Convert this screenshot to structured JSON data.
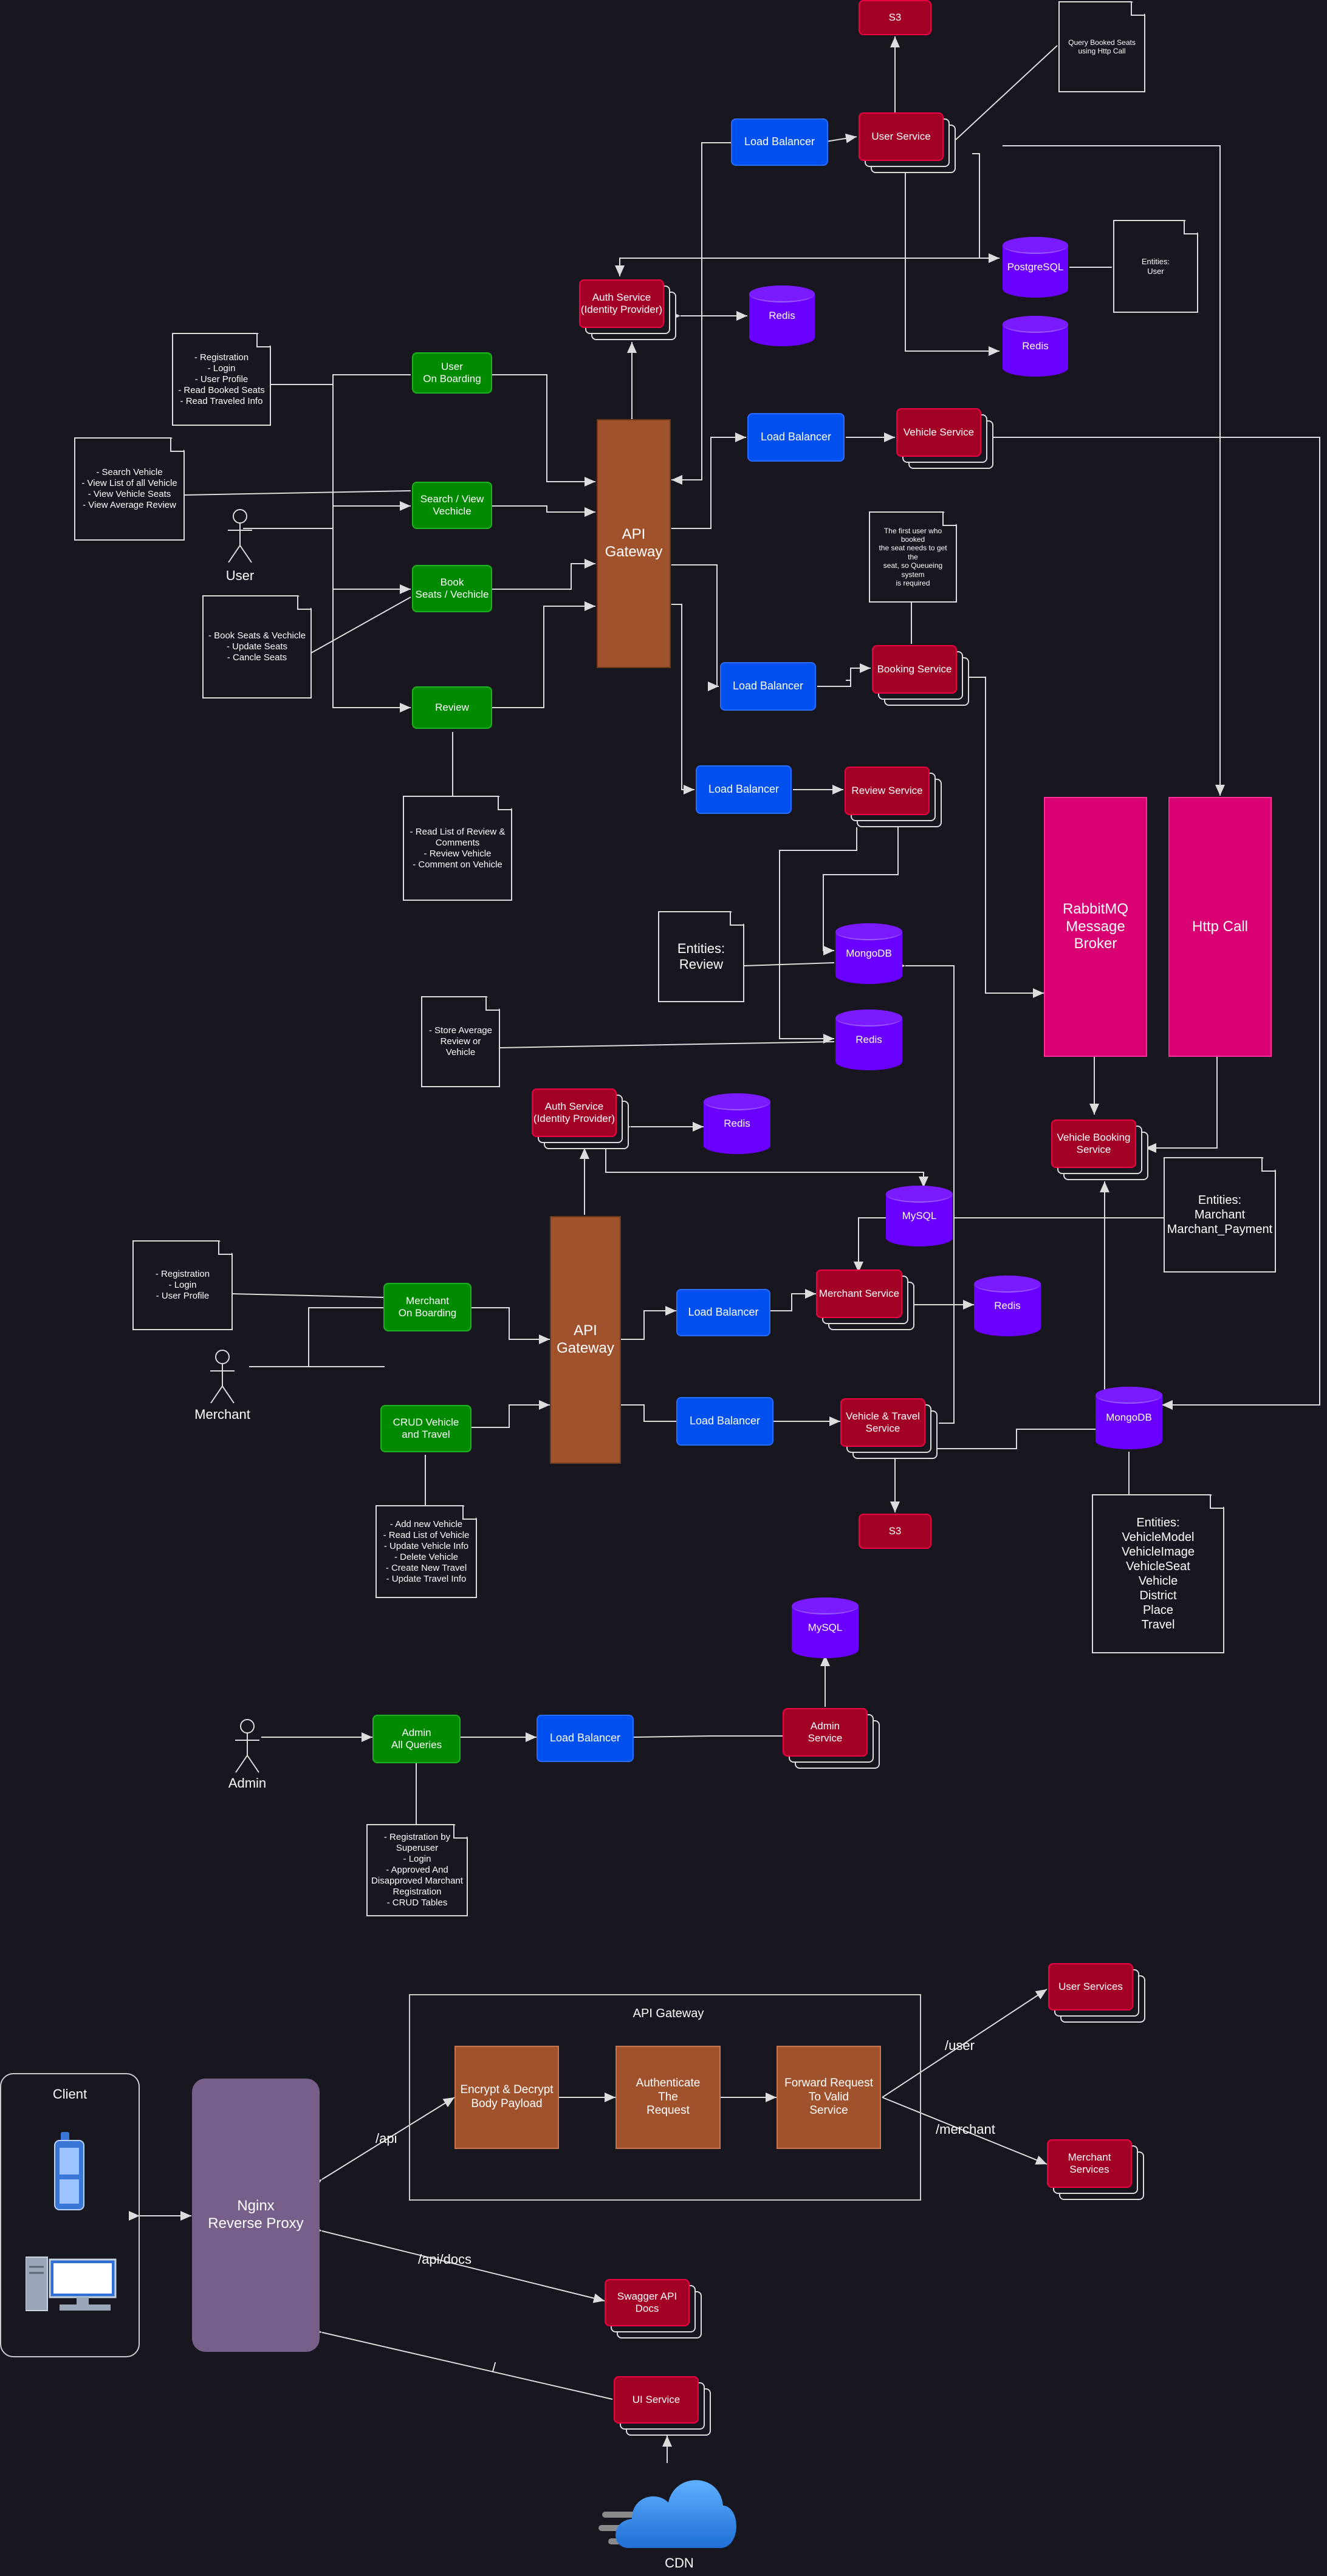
{
  "user_flow": {
    "s3_top": "S3",
    "query_note": "Query Booked Seats\nusing Http Call",
    "lb_user": "Load Balancer",
    "user_service": "User Service",
    "postgres": "PostgreSQL",
    "entities_user": "Entities:\nUser",
    "auth_service": "Auth Service\n(Identity Provider)",
    "redis_auth": "Redis",
    "redis_user": "Redis",
    "onboarding_note": "- Registration\n- Login\n- User Profile\n- Read Booked Seats\n- Read Traveled Info",
    "user_onboarding": "User\nOn Boarding",
    "search_note": "- Search Vehicle\n- View List of all Vehicle\n- View Vehicle Seats\n- View Average Review",
    "search_view": "Search / View\nVechicle",
    "user_actor": "User",
    "book_note": "- Book Seats & Vechicle\n- Update Seats\n- Cancle Seats",
    "book_seats": "Book\nSeats / Vechicle",
    "review_node": "Review",
    "review_note": "- Read List of Review &\nComments\n- Review Vehicle\n- Comment on Vehicle",
    "api_gateway": "API\nGateway",
    "lb_vehicle": "Load Balancer",
    "vehicle_service": "Vehicle Service",
    "queue_note": "The first user who booked\nthe seat needs to get the\nseat, so Queueing system\nis required",
    "lb_booking": "Load Balancer",
    "booking_service": "Booking Service",
    "lb_review": "Load Balancer",
    "review_service": "Review Service",
    "rabbitmq": "RabbitMQ\nMessage Broker",
    "http_call": "Http Call",
    "entities_review": "Entities:\nReview",
    "mongodb_review": "MongoDB",
    "avg_note": "- Store Average\nReview or Vehicle",
    "redis_review": "Redis",
    "vehicle_booking_service": "Vehicle Booking\nService"
  },
  "merchant_flow": {
    "auth_service": "Auth Service\n(Identity Provider)",
    "redis_auth": "Redis",
    "mysql": "MySQL",
    "entities_merchant": "Entities:\nMarchant\nMarchant_Payment",
    "reg_note": "- Registration\n- Login\n- User Profile",
    "merchant_onboarding": "Merchant\nOn Boarding",
    "merchant_actor": "Merchant",
    "api_gateway": "API\nGateway",
    "lb_merchant": "Load Balancer",
    "merchant_service": "Merchant Service",
    "redis_merchant": "Redis",
    "crud_node": "CRUD Vehicle\nand Travel",
    "lb_vt": "Load Balancer",
    "vt_service": "Vehicle & Travel\nService",
    "mongodb": "MongoDB",
    "s3": "S3",
    "crud_note": "- Add new Vehicle\n- Read List of Vehicle\n- Update Vehicle Info\n- Delete Vehicle\n- Create New Travel\n- Update Travel Info",
    "entities_vehicle": "Entities:\nVehicleModel\nVehicleImage\nVehicleSeat\nVehicle\nDistrict\nPlace\nTravel"
  },
  "admin_flow": {
    "mysql": "MySQL",
    "admin_actor": "Admin",
    "admin_queries": "Admin\nAll Queries",
    "lb_admin": "Load Balancer",
    "admin_service": "Admin\nService",
    "admin_note": "- Registration by\nSuperuser\n- Login\n- Approved And\nDisapproved Marchant\nRegistration\n- CRUD Tables"
  },
  "infra_flow": {
    "gateway_title": "API Gateway",
    "encrypt": "Encrypt & Decrypt\nBody Payload",
    "authenticate": "Authenticate\nThe\nRequest",
    "forward": "Forward Request\nTo Valid\nService",
    "user_services": "User Services",
    "merchant_services": "Merchant Services",
    "route_user": "/user",
    "route_merchant": "/merchant",
    "client": "Client",
    "nginx": "Nginx\nReverse Proxy",
    "route_api": "/api",
    "route_docs": "/api/docs",
    "route_root": "/",
    "swagger": "Swagger API\nDocs",
    "ui_service": "UI Service",
    "cdn": "CDN"
  },
  "colors": {
    "background": "#18161f",
    "service": "#a20025",
    "load_balancer": "#0050ef",
    "gateway": "#a0522d",
    "client_node": "#008a00",
    "database": "#6a00ff",
    "broker": "#d80073",
    "nginx": "#76608a",
    "line": "#dddddd"
  },
  "icons": {
    "phone": "mobile-phone-icon",
    "desktop": "desktop-computer-icon",
    "cloud": "cdn-cloud-icon",
    "actor": "stick-figure-icon"
  }
}
